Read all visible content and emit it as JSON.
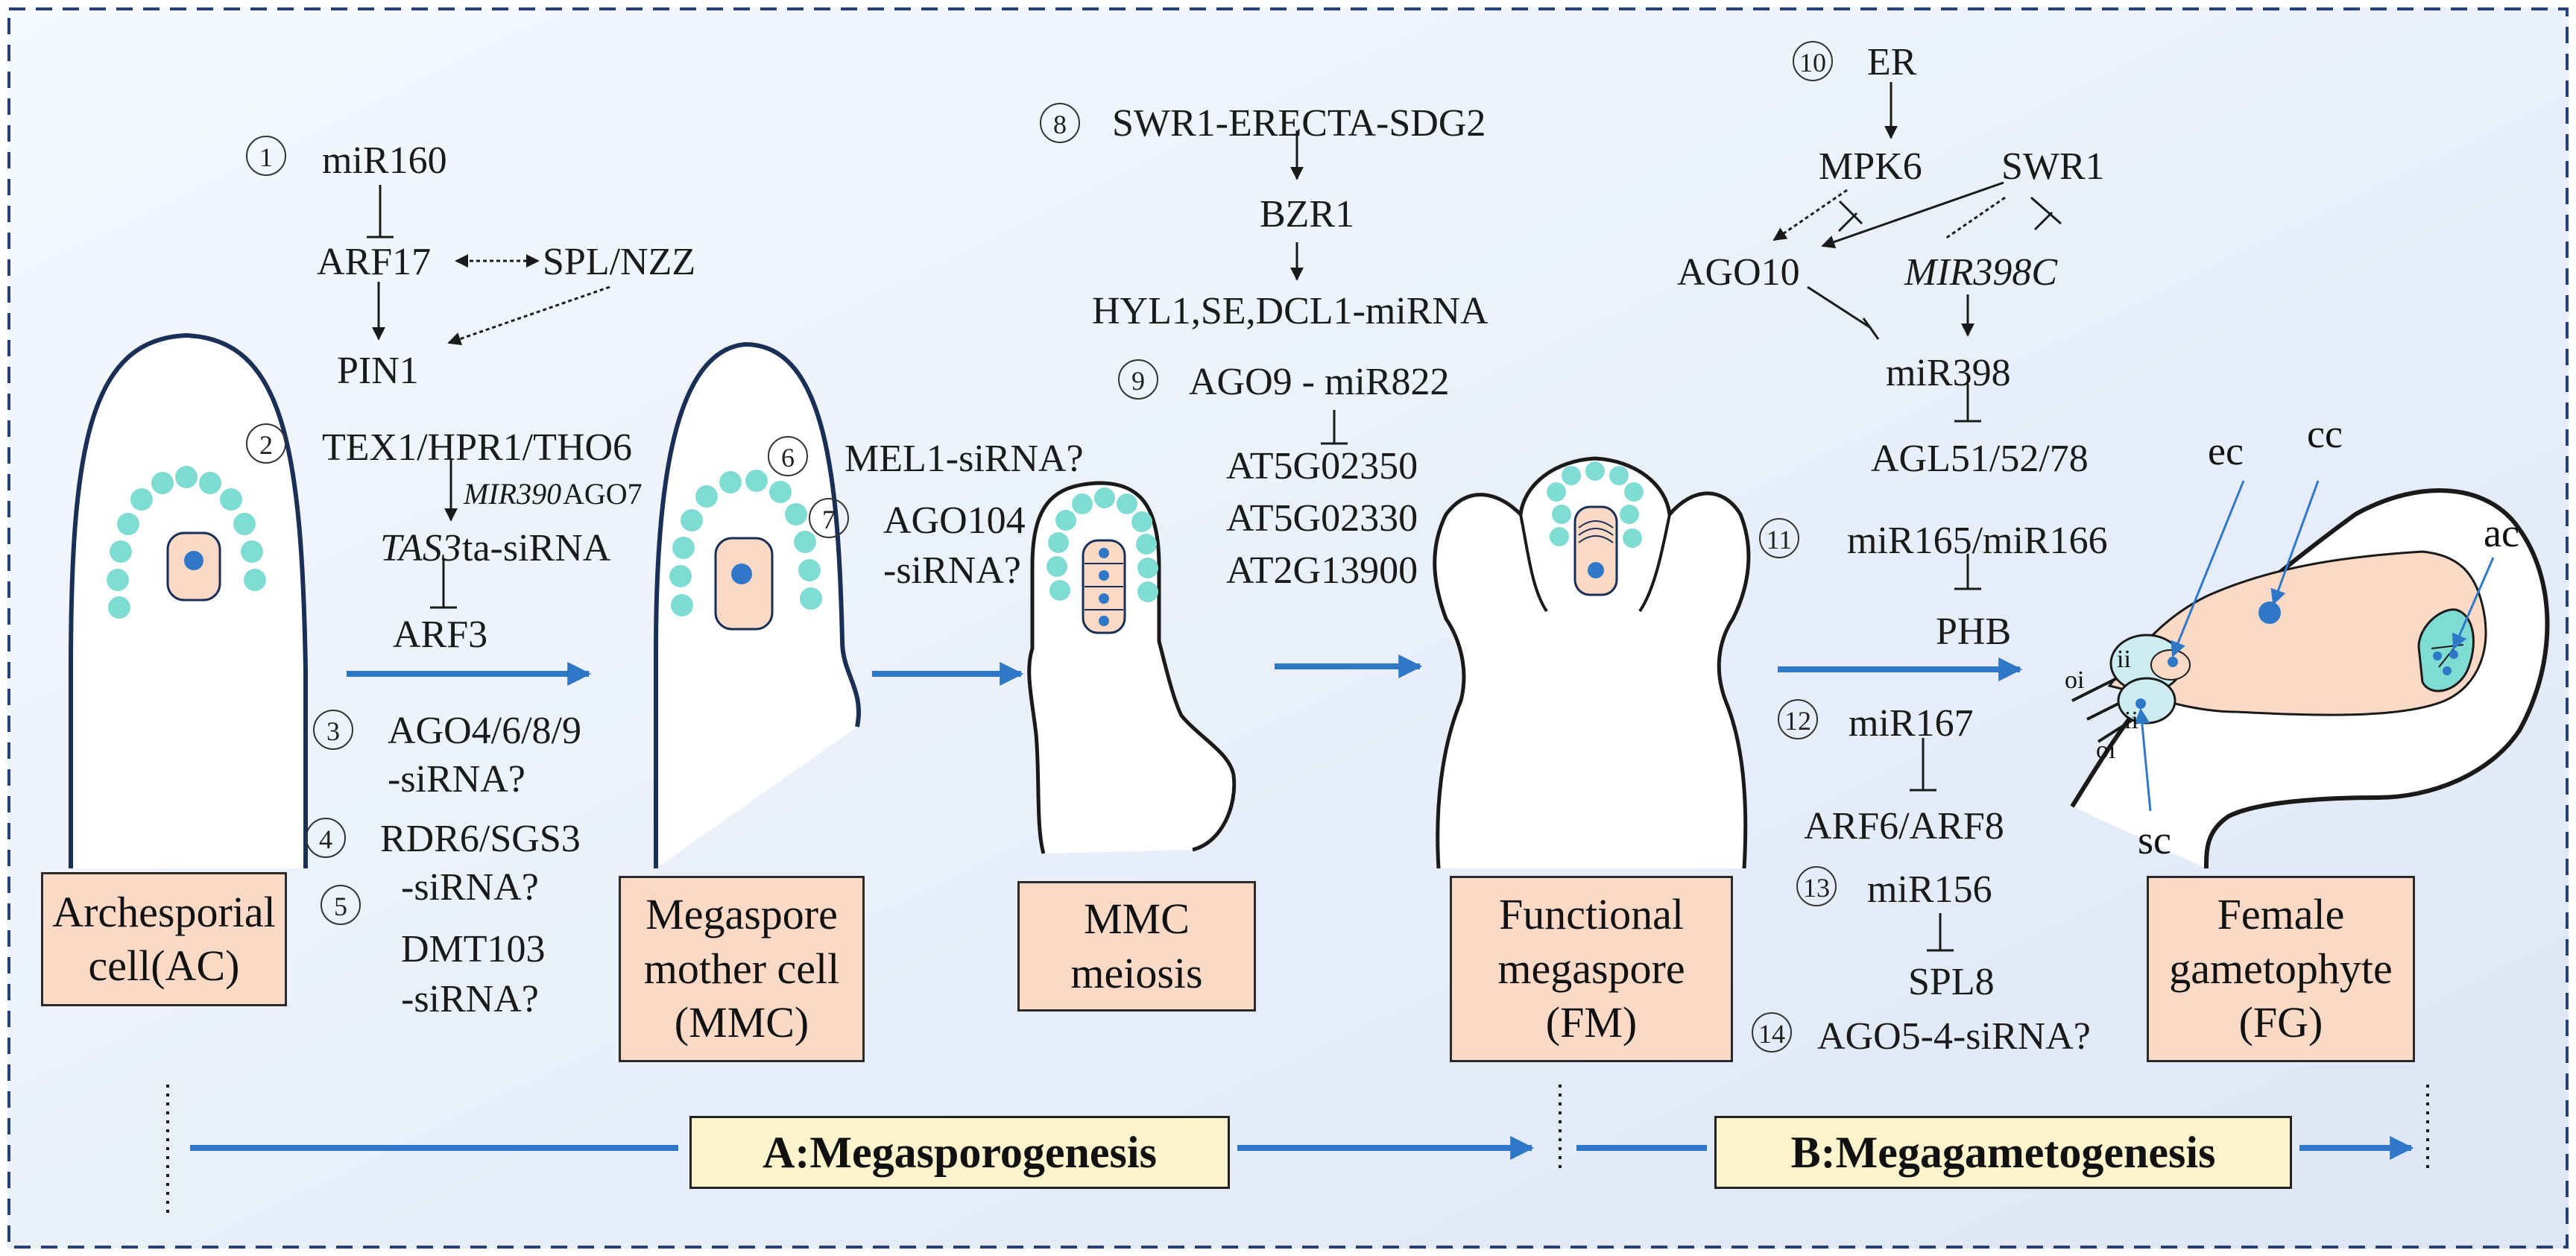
{
  "stages": {
    "ac": "Archesporial\ncell(AC)",
    "mmc": "Megaspore\nmother cell\n(MMC)",
    "meiosis": "MMC\nmeiosis",
    "fm": "Functional\nmegaspore\n(FM)",
    "fg": "Female\ngametophyte\n(FG)"
  },
  "phases": {
    "a": "A:Megasporogenesis",
    "b": "B:Megagametogenesis"
  },
  "numbers": [
    "1",
    "2",
    "3",
    "4",
    "5",
    "6",
    "7",
    "8",
    "9",
    "10",
    "11",
    "12",
    "13",
    "14"
  ],
  "pathway1": {
    "mir": "miR160",
    "arf": "ARF17",
    "spl": "SPL/NZZ",
    "pin": "PIN1"
  },
  "pathway2": {
    "tex": "TEX1/HPR1/THO6",
    "mir390": "MIR390",
    "ago7": "AGO7",
    "tas3": "TAS3",
    "tasirna": "ta-siRNA",
    "arf3": "ARF3"
  },
  "pathway3": {
    "line1": "AGO4/6/8/9",
    "line2": "-siRNA?"
  },
  "pathway4": {
    "line1": "RDR6/SGS3",
    "line2": "-siRNA?"
  },
  "pathway5": {
    "line1": "DMT103",
    "line2": "-siRNA?"
  },
  "pathway6": {
    "text": "MEL1-siRNA?"
  },
  "pathway7": {
    "line1": "AGO104",
    "line2": "-siRNA?"
  },
  "pathway8": {
    "swr": "SWR1-ERECTA-SDG2",
    "bzr": "BZR1",
    "hyl": "HYL1,SE,DCL1-miRNA"
  },
  "pathway9": {
    "ago": "AGO9 - miR822",
    "g1": "AT5G02350",
    "g2": "AT5G02330",
    "g3": "AT2G13900"
  },
  "pathway10": {
    "er": "ER",
    "mpk": "MPK6",
    "swr1": "SWR1",
    "ago10": "AGO10",
    "mir398c": "MIR398C",
    "mir398": "miR398",
    "agl": "AGL51/52/78"
  },
  "pathway11": {
    "mir": "miR165/miR166",
    "target": "PHB"
  },
  "pathway12": {
    "mir": "miR167",
    "target": "ARF6/ARF8"
  },
  "pathway13": {
    "mir": "miR156",
    "target": "SPL8"
  },
  "pathway14": {
    "text": "AGO5-4-siRNA?"
  },
  "fg_labels": {
    "ec": "ec",
    "cc": "cc",
    "ac": "ac",
    "sc": "sc",
    "ii_top": "ii",
    "oi_top": "oi",
    "ii_bottom": "ii",
    "oi_bottom": "oi"
  },
  "colors": {
    "arrow": "#2f78c8",
    "cell": "#fad9c6",
    "nucleus": "#2f78c8",
    "dots": "#7fdcd3",
    "outline": "#1a2f55",
    "border_dash": "#27407a",
    "background": "#eef3fb"
  }
}
